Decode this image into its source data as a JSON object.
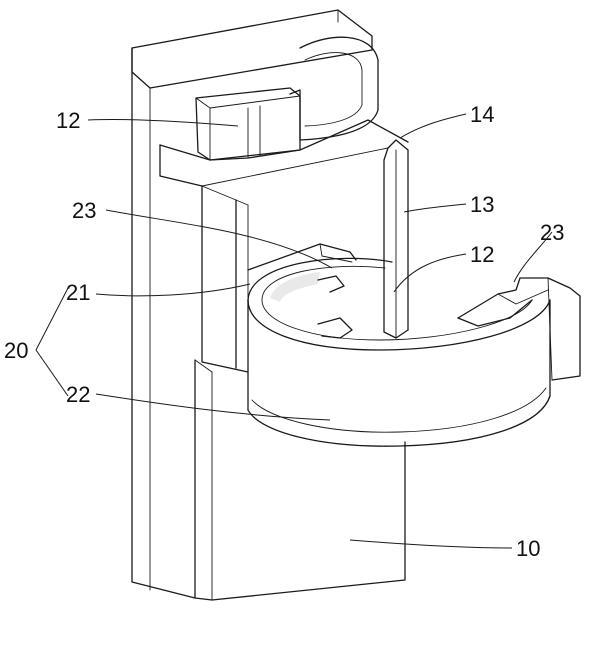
{
  "labels": {
    "l12_top": "12",
    "l14": "14",
    "l13": "13",
    "l23_left": "23",
    "l12_mid": "12",
    "l23_right": "23",
    "l21": "21",
    "l20": "20",
    "l22": "22",
    "l10": "10"
  }
}
